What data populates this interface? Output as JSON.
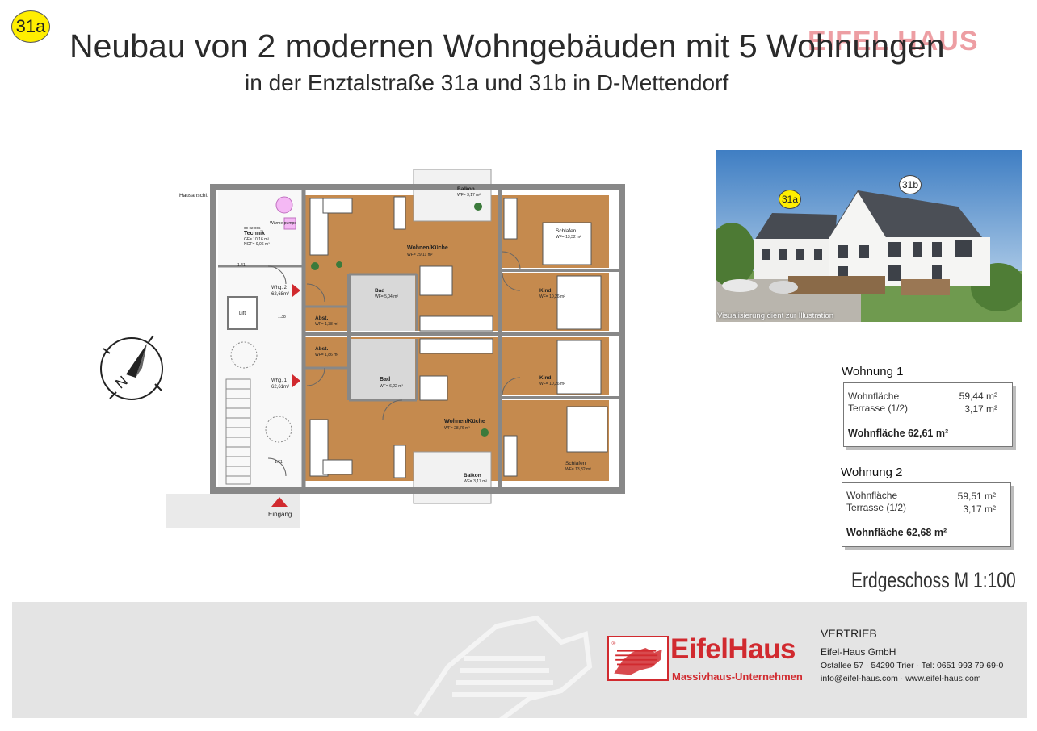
{
  "header": {
    "badge": "31a",
    "title": "Neubau von 2 modernen Wohngebäuden mit 5 Wohnungen",
    "subtitle": "in der Enztalstraße 31a und 31b in D-Mettendorf",
    "watermark_logo": "EIFEL HAUS"
  },
  "plan": {
    "hausanschluss": "Hausanschl.",
    "technik_label": "Technik",
    "technik_code": "00-02-006",
    "technik_gf": "GF= 10,16 m²",
    "technik_ngf": "NGF= 9,06 m²",
    "waermepumpe": "Wärme-pumpe",
    "lift": "Lift",
    "eingang": "Eingang",
    "dim_141": "1.41",
    "dim_138": "1.38",
    "dim_161": "1.61",
    "wohnen_kueche_top": "Wohnen/Küche",
    "wohnen_kueche_top_area": "WF= 29,11 m²",
    "balkon_top": "Balkon",
    "balkon_top_area": "WF= 3,17 m²",
    "schlafen_top": "Schlafen",
    "schlafen_top_area": "WF= 13,32 m²",
    "kind_top": "Kind",
    "kind_top_area": "WF= 10,26 m²",
    "bad_top": "Bad",
    "bad_top_area": "WF= 5,04 m²",
    "abst_top": "Abst.",
    "abst_top_area": "WF= 1,38 m²",
    "whg2": "Whg. 2",
    "whg2_area": "62,68m²",
    "whg1": "Whg. 1",
    "whg1_area": "62,61m²",
    "abst_bottom": "Abst.",
    "abst_bottom_area": "WF= 1,86 m²",
    "bad_bottom": "Bad",
    "bad_bottom_area": "WF= 6,22 m²",
    "kind_bottom": "Kind",
    "kind_bottom_area": "WF= 10,26 m²",
    "wohnen_kueche_bottom": "Wohnen/Küche",
    "wohnen_kueche_bottom_area": "WF= 28,76 m²",
    "schlafen_bottom": "Schlafen",
    "schlafen_bottom_area": "WF= 13,32 m²",
    "balkon_bottom": "Balkon",
    "balkon_bottom_area": "WF= 3,17 m²",
    "north": "N"
  },
  "photo": {
    "label_31a": "31a",
    "label_31b": "31b",
    "caption": "Visualisierung dient zur Illustration"
  },
  "units": [
    {
      "title": "Wohnung 1",
      "wohnflaeche_label": "Wohnfläche",
      "wohnflaeche_value": "59,44 m²",
      "terrasse_label": "Terrasse (1/2)",
      "terrasse_value": "3,17 m²",
      "total": "Wohnfläche 62,61 m²"
    },
    {
      "title": "Wohnung 2",
      "wohnflaeche_label": "Wohnfläche",
      "wohnflaeche_value": "59,51 m²",
      "terrasse_label": "Terrasse (1/2)",
      "terrasse_value": "3,17 m²",
      "total": "Wohnfläche 62,68 m²"
    }
  ],
  "scale_label": "Erdgeschoss M 1:100",
  "footer": {
    "logo_name": "EifelHaus",
    "logo_tagline": "Massivhaus-Unternehmen",
    "vertrieb": "VERTRIEB",
    "company": "Eifel-Haus GmbH",
    "address": "Ostallee 57 · 54290 Trier · Tel: 0651 993 79 69-0",
    "contact": "info@eifel-haus.com · www.eifel-haus.com"
  },
  "colors": {
    "brand_red": "#d12a2f",
    "badge_yellow": "#ffee00",
    "floor_wood": "#c58a4e"
  }
}
